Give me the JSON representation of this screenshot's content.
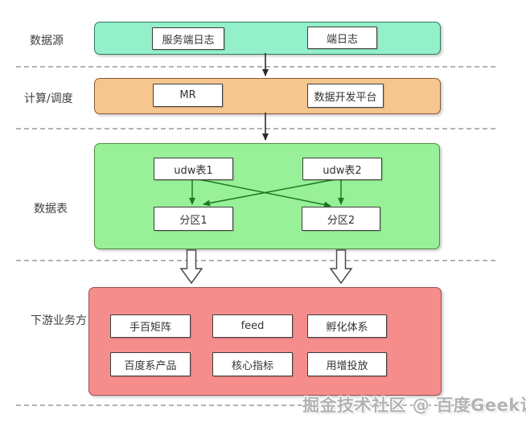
{
  "rows": [
    {
      "id": "source",
      "label": "数据源",
      "boxes": [
        "服务端日志",
        "端日志"
      ]
    },
    {
      "id": "compute",
      "label": "计算/调度",
      "boxes": [
        "MR",
        "数据开发平台"
      ]
    },
    {
      "id": "tables",
      "label": "数据表",
      "boxes": [
        "udw表1",
        "udw表2",
        "分区1",
        "分区2"
      ]
    },
    {
      "id": "downstream",
      "label": "下游业务方",
      "boxes": [
        "手百矩阵",
        "feed",
        "孵化体系",
        "百度系产品",
        "核心指标",
        "用增投放"
      ]
    }
  ],
  "watermark": "掘金技术社区 @ 百度Geek说",
  "colors": {
    "source_band": "#93F0CA",
    "compute_band": "#F6C68F",
    "tables_band": "#98F098",
    "downstream_band": "#F68D8D",
    "arrow_dark": "#2b2b2b",
    "arrow_green": "#1e7a1e"
  }
}
